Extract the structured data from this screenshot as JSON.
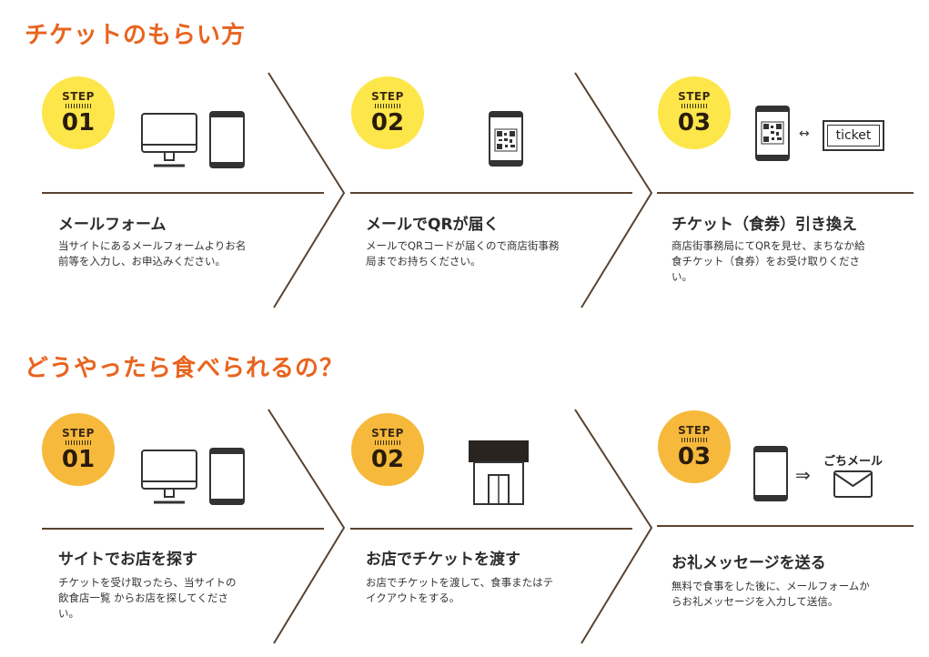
{
  "section1": {
    "title": "チケットのもらい方",
    "steps": [
      {
        "step_word": "STEP",
        "number": "01",
        "title": "メールフォーム",
        "description": "当サイトにあるメールフォームよりお名前等を入力し、お申込みください。"
      },
      {
        "step_word": "STEP",
        "number": "02",
        "title": "メールでQRが届く",
        "description": "メールでQRコードが届くので商店街事務局までお持ちください。"
      },
      {
        "step_word": "STEP",
        "number": "03",
        "title": "チケット（食券）引き換え",
        "description": "商店街事務局にてQRを見せ、まちなか給食チケット（食券）をお受け取りください。"
      }
    ],
    "ticket_label": "ticket",
    "exchange_arrow": "↔"
  },
  "section2": {
    "title": "どうやったら食べられるの？",
    "steps": [
      {
        "step_word": "STEP",
        "number": "01",
        "title": "サイトでお店を探す",
        "description": "チケットを受け取ったら、当サイトの 飲食店一覧 からお店を探してください。"
      },
      {
        "step_word": "STEP",
        "number": "02",
        "title": "お店でチケットを渡す",
        "description": "お店でチケットを渡して、食事またはテイクアウトをする。"
      },
      {
        "step_word": "STEP",
        "number": "03",
        "title": "お礼メッセージを送る",
        "description": "無料で食事をした後に、メールフォームからお礼メッセージを入力して送信。"
      }
    ],
    "mail_label": "ごちメール",
    "send_arrow": "⇒"
  },
  "colors": {
    "title_orange": "#e8641e",
    "badge_yellow": "#fde64a",
    "badge_orange": "#f6b93c",
    "divider_brown": "#5a4330"
  },
  "icons": {
    "s1_step1": [
      "monitor-icon",
      "tablet-icon"
    ],
    "s1_step2": [
      "phone-qr-icon"
    ],
    "s1_step3": [
      "phone-qr-icon",
      "ticket-icon"
    ],
    "s2_step1": [
      "monitor-icon",
      "tablet-icon"
    ],
    "s2_step2": [
      "store-icon"
    ],
    "s2_step3": [
      "phone-icon",
      "envelope-icon"
    ]
  }
}
